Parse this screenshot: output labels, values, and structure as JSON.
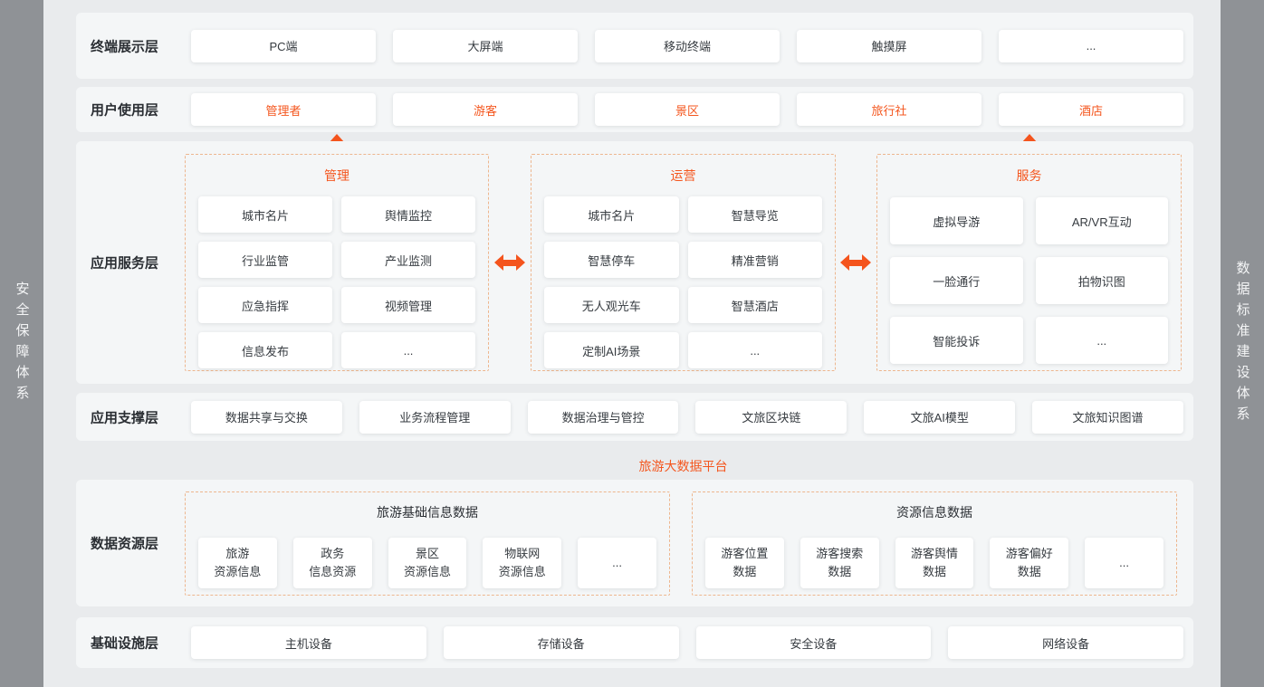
{
  "colors": {
    "accent_orange": "#f4561e",
    "dashed_border": "#edb68e"
  },
  "sidebars": {
    "left": "安全保障体系",
    "right": "数据标准建设体系"
  },
  "terminal_layer": {
    "label": "终端展示层",
    "items": [
      "PC端",
      "大屏端",
      "移动终端",
      "触摸屏",
      "..."
    ]
  },
  "user_layer": {
    "label": "用户使用层",
    "items": [
      "管理者",
      "游客",
      "景区",
      "旅行社",
      "酒店"
    ]
  },
  "app_service_layer": {
    "label": "应用服务层",
    "groups": [
      {
        "title": "管理",
        "items": [
          "城市名片",
          "舆情监控",
          "行业监管",
          "产业监测",
          "应急指挥",
          "视频管理",
          "信息发布",
          "..."
        ]
      },
      {
        "title": "运营",
        "items": [
          "城市名片",
          "智慧导览",
          "智慧停车",
          "精准营销",
          "无人观光车",
          "智慧酒店",
          "定制AI场景",
          "..."
        ]
      },
      {
        "title": "服务",
        "items": [
          "虚拟导游",
          "AR/VR互动",
          "一脸通行",
          "拍物识图",
          "智能投诉",
          "..."
        ]
      }
    ]
  },
  "app_support_layer": {
    "label": "应用支撑层",
    "items": [
      "数据共享与交换",
      "业务流程管理",
      "数据治理与管控",
      "文旅区块链",
      "文旅AI模型",
      "文旅知识图谱"
    ]
  },
  "platform_label": "旅游大数据平台",
  "data_resource_layer": {
    "label": "数据资源层",
    "groups": [
      {
        "title": "旅游基础信息数据",
        "items": [
          [
            "旅游",
            "资源信息"
          ],
          [
            "政务",
            "信息资源"
          ],
          [
            "景区",
            "资源信息"
          ],
          [
            "物联网",
            "资源信息"
          ],
          [
            "..."
          ]
        ]
      },
      {
        "title": "资源信息数据",
        "items": [
          [
            "游客位置",
            "数据"
          ],
          [
            "游客搜索",
            "数据"
          ],
          [
            "游客舆情",
            "数据"
          ],
          [
            "游客偏好",
            "数据"
          ],
          [
            "..."
          ]
        ]
      }
    ]
  },
  "infrastructure_layer": {
    "label": "基础设施层",
    "items": [
      "主机设备",
      "存储设备",
      "安全设备",
      "网络设备"
    ]
  }
}
